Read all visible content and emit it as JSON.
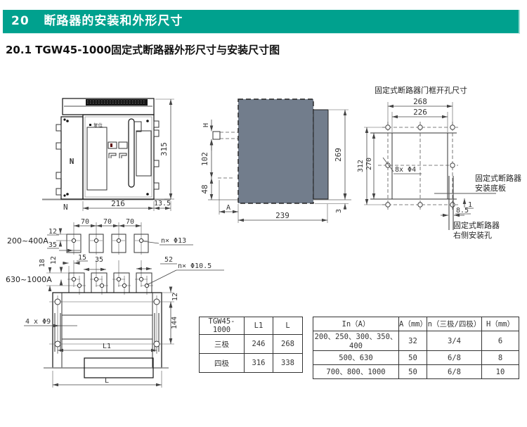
{
  "page": {
    "header_title": "20   断路器的安装和外形尺寸",
    "subtitle": "20.1 TGW45-1000固定式断路器外形尺寸与安装尺寸图"
  },
  "colors": {
    "header_bg": "#00A18E",
    "front_panel_gray": "#8A909B",
    "side_view_gray": "#727D8C",
    "inner_panel_gray": "#CBD1D9",
    "indicator_red": "#CC1F1F",
    "indicator_green": "#1FA12F"
  },
  "front_view": {
    "reset_label": "复位",
    "neutral_pole_label": "N",
    "dim_height": "315",
    "dim_width": "216",
    "dim_side_offset": "13.5",
    "bottom_pole_label": "N"
  },
  "side_view": {
    "dim_h": "H",
    "dim_upper": "102",
    "dim_lower": "48",
    "dim_a": "A",
    "dim_depth": "239",
    "dim_height": "269",
    "dim_gap": "3"
  },
  "door_frame": {
    "title": "固定式断路器门框开孔尺寸",
    "dim_outer_width": "268",
    "dim_inner_width": "226",
    "dim_outer_height": "312",
    "dim_inner_height": "270",
    "holes_label": "8x Φ4",
    "dim_plate_gap": "1",
    "dim_hole_offset": "8.5",
    "plate_label_line1": "固定式断路器",
    "plate_label_line2": "安装底板",
    "side_hole_label_line1": "固定式断路器",
    "side_hole_label_line2": "右侧安装孔"
  },
  "terminals_small": {
    "range_label": "200~400A",
    "dim_hole_top": "12",
    "dim_hole_side": "35",
    "dim_pitch_1": "70",
    "dim_pitch_2": "70",
    "dim_pitch_3": "70",
    "holes_label": "n× Φ13"
  },
  "terminals_large": {
    "range_label": "630~1000A",
    "dim_stagger": "18",
    "dim_hole_top": "12",
    "dim_hole_side": "15",
    "dim_hole_pitch": "35",
    "dim_end": "52",
    "holes_label": "n× Φ10.5"
  },
  "base_plate": {
    "holes_label": "4 x Φ9",
    "dim_hole_top": "12",
    "dim_hole_pitch": "144",
    "dim_l1": "L1",
    "dim_l": "L"
  },
  "table1": {
    "headers": [
      "TGW45-1000",
      "L1",
      "L"
    ],
    "rows": [
      [
        "三极",
        "246",
        "268"
      ],
      [
        "四极",
        "316",
        "338"
      ]
    ]
  },
  "table2": {
    "headers": [
      "In（A）",
      "A（mm）",
      "n（三极/四极）",
      "H（mm）"
    ],
    "rows": [
      [
        "200、250、300、350、400",
        "32",
        "3/4",
        "6"
      ],
      [
        "500、630",
        "50",
        "6/8",
        "8"
      ],
      [
        "700、800、1000",
        "50",
        "6/8",
        "10"
      ]
    ]
  }
}
